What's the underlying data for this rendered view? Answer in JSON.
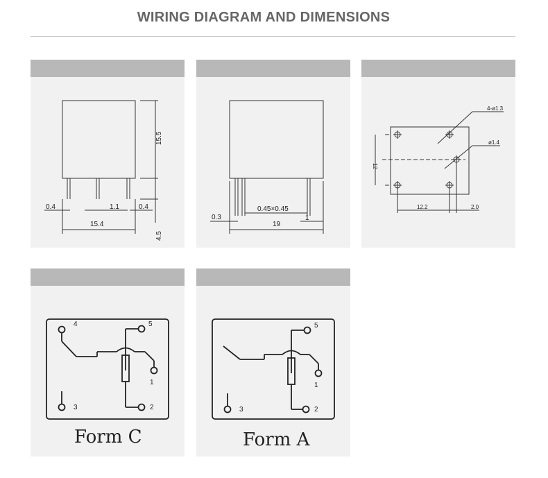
{
  "header": {
    "title": "WIRING DIAGRAM AND DIMENSIONS"
  },
  "dim_front": {
    "height": "15.5",
    "pin_len": "4.5",
    "gap_left": "0.4",
    "pin_spacing": "1.1",
    "gap_right": "0.4",
    "width": "15.4"
  },
  "dim_side": {
    "offset": "0.3",
    "pin_section": "0.45×0.45",
    "pin_gap": "1",
    "length": "19"
  },
  "dim_pcb": {
    "holes": "4-ø1.3",
    "center_hole": "ø1.4",
    "height": "12",
    "spacing": "12.2",
    "edge": "2.0"
  },
  "form_c": {
    "label": "Form C",
    "pins": [
      "4",
      "5",
      "1",
      "3",
      "2"
    ]
  },
  "form_a": {
    "label": "Form A",
    "pins": [
      "5",
      "1",
      "3",
      "2"
    ]
  }
}
